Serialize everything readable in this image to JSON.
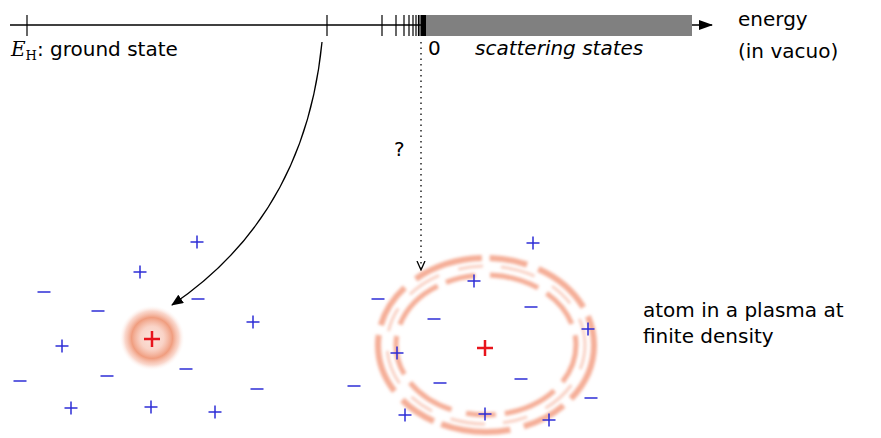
{
  "diagram": {
    "labels": [
      "energy",
      "(in vacuo)",
      "EH: ground state",
      "0",
      "scattering states",
      "?",
      "atom in a plasma at finite density"
    ]
  }
}
